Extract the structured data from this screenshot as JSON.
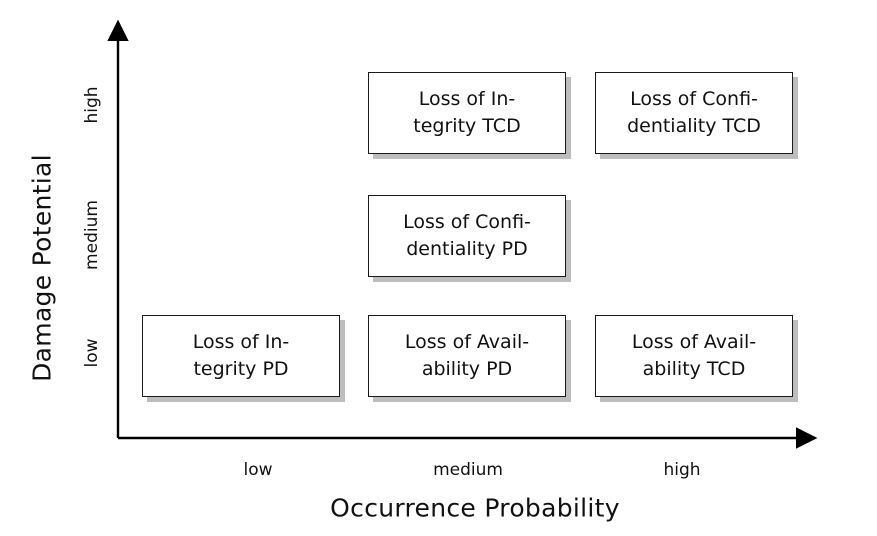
{
  "chart_data": {
    "type": "table",
    "title": "",
    "xlabel": "Occurrence Probability",
    "ylabel": "Damage Potential",
    "x_categories": [
      "low",
      "medium",
      "high"
    ],
    "y_categories": [
      "low",
      "medium",
      "high"
    ],
    "grid": false,
    "legend": "none",
    "cells": [
      {
        "x": "medium",
        "y": "high",
        "label": "Loss of Integrity TCD",
        "line1": "Loss of In-",
        "line2": "tegrity TCD"
      },
      {
        "x": "high",
        "y": "high",
        "label": "Loss of Confidentiality TCD",
        "line1": "Loss of Confi-",
        "line2": "dentiality TCD"
      },
      {
        "x": "medium",
        "y": "medium",
        "label": "Loss of Confidentiality PD",
        "line1": "Loss of Confi-",
        "line2": "dentiality PD"
      },
      {
        "x": "low",
        "y": "low",
        "label": "Loss of Integrity PD",
        "line1": "Loss of In-",
        "line2": "tegrity PD"
      },
      {
        "x": "medium",
        "y": "low",
        "label": "Loss of Availability PD",
        "line1": "Loss of Avail-",
        "line2": "ability PD"
      },
      {
        "x": "high",
        "y": "low",
        "label": "Loss of Availability TCD",
        "line1": "Loss of Avail-",
        "line2": "ability TCD"
      }
    ]
  },
  "axes": {
    "y_title": "Damage Potential",
    "x_title": "Occurrence Probability",
    "y_ticks": {
      "high": "high",
      "medium": "medium",
      "low": "low"
    },
    "x_ticks": {
      "low": "low",
      "medium": "medium",
      "high": "high"
    }
  },
  "colors": {
    "background": "#ffffff",
    "axis_line": "#000000",
    "box_border": "#1a1a1a",
    "box_fill": "#ffffff",
    "box_shadow": "#bdbdbd",
    "text": "#111111"
  }
}
